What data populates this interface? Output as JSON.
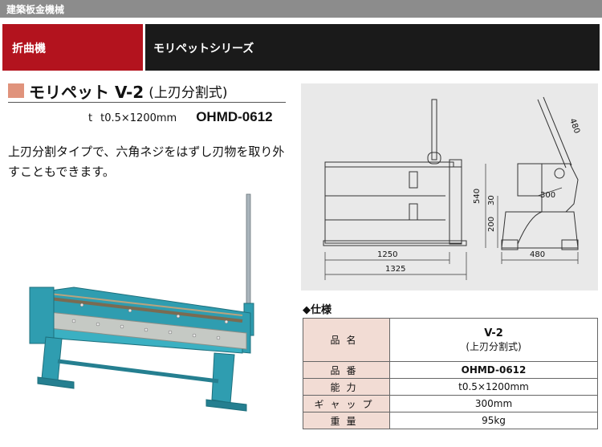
{
  "header": {
    "category": "建築板金機械"
  },
  "bands": {
    "left": "折曲機",
    "right": "モリペットシリーズ"
  },
  "product": {
    "name": "モリペット V-2",
    "variant": "(上刃分割式)",
    "t_label": "t",
    "capacity": "t0.5×1200mm",
    "model": "OHMD-0612",
    "description": "上刃分割タイプで、六角ネジをはずし刃物を取り外すこともできます。"
  },
  "drawing": {
    "dims": {
      "len1": "1250",
      "len2": "1325",
      "h540": "540",
      "h30": "30",
      "h200": "200",
      "gap300": "300",
      "w480": "480",
      "lever480": "480"
    }
  },
  "specs": {
    "section": "◆仕様",
    "rows": [
      {
        "label": "品名",
        "value": "V-2",
        "sub": "(上刃分割式)"
      },
      {
        "label": "品番",
        "value": "OHMD-0612"
      },
      {
        "label": "能力",
        "value": "t0.5×1200mm"
      },
      {
        "label": "ギャップ",
        "value": "300mm"
      },
      {
        "label": "重量",
        "value": "95kg"
      }
    ]
  },
  "colors": {
    "band_red": "#b3131e",
    "band_dark": "#1a1a1a",
    "header_gray": "#8c8c8c",
    "label_pink": "#f2dcd4",
    "machine_teal": "#2f9db0"
  }
}
